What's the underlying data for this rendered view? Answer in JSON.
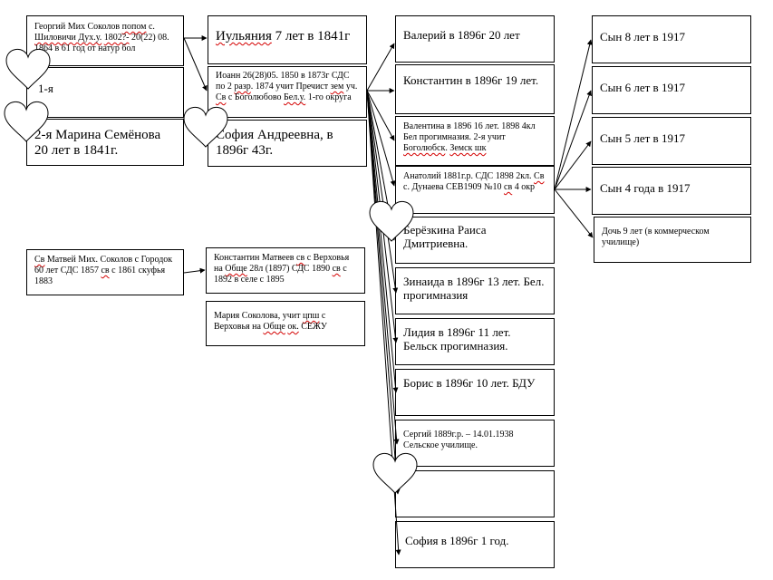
{
  "colors": {
    "line": "#000000",
    "heart_fill": "#ffffff",
    "squiggle": "#d40000"
  },
  "icons": [
    "heart-icon"
  ],
  "nodes": {
    "georgy": {
      "pre": "Георгий Мих Соколов ",
      "sq1": "попом",
      "mid1": " с. ",
      "sq2": "Шиловичи Дух.у.",
      "mid2": " ",
      "sq3": "1802?-",
      "post": " 20(22) 08. 1864 в 61 год от  натур бол"
    },
    "first": {
      "text": "1-я"
    },
    "marina": {
      "text": "2-я Марина Семёнова 20 лет в 1841г."
    },
    "matvey": {
      "sq1": "Св",
      "mid1": " Матвей Мих. Соколов с Городок 60 лет СДС 1857 ",
      "sq2": "св",
      "post": " с 1861 скуфья 1883"
    },
    "iulyania": {
      "sq": "Иульяния",
      "post": " 7 лет в 1841г"
    },
    "ioann": {
      "pre": "Иоанн 26(28)05. 1850 в 1873г СДС по 2 ",
      "sq1": "разр",
      "mid1": ". 1874 учит Пречист ",
      "sq2": "зем",
      "mid2": " уч. ",
      "sq3": "Св",
      "mid3": " с Боголюбово ",
      "sq4": "Бел.у.",
      "post": " 1-го округа"
    },
    "sofia_a": {
      "text": "София Андреевна, в 1896г 43г."
    },
    "konst_m": {
      "pre": "Константин Матвеев ",
      "sq1": "св",
      "mid1": " с Верховья на ",
      "sq2": "Обще",
      "mid2": " 28л (1897) СДС 1890 ",
      "sq3": "св",
      "post": " с 1892 в селе с 1895"
    },
    "maria": {
      "pre": "Мария Соколова, учит ",
      "sq1": "цпш",
      "mid1": " с Верховья на ",
      "sq2": "Обще",
      "mid2": " ",
      "sq3": "ок.",
      "post": " СЕЖУ"
    },
    "valery": {
      "text": "Валерий в 1896г 20 лет"
    },
    "konst": {
      "text": "Константин в 1896г 19 лет."
    },
    "valentina": {
      "text": "Валентина в 1896 16 лет. 1898 4кл Бел прогимназия. 2-я учит ",
      "sq1": "Боголюбск",
      "mid1": ". ",
      "sq2": "Земск шк"
    },
    "anatoly": {
      "pre": "Анатолий 1881г.р. СДС 1898 2кл. ",
      "sq1": "Св",
      "mid1": " с. Дунаева СЕВ1909 №10 ",
      "sq2": "св",
      "post": " 4 окр"
    },
    "raisa": {
      "text": "Берёзкина Раиса Дмитриевна."
    },
    "zinaida": {
      "text": "Зинаида в 1896г 13 лет. Бел. прогимназия"
    },
    "lidia": {
      "text": "Лидия в 1896г 11 лет. Бельск прогимназия."
    },
    "boris": {
      "text": "Борис в 1896г 10 лет. БДУ"
    },
    "sergy": {
      "text": "Сергий 1889г.р. – 14.01.1938 Сельское училище."
    },
    "empty": {
      "text": ""
    },
    "sofia_y": {
      "text": "София в 1896г 1 год."
    },
    "son8": {
      "text": "Сын 8 лет в 1917"
    },
    "son6": {
      "text": "Сын 6 лет в 1917"
    },
    "son5": {
      "text": "Сын 5 лет в 1917"
    },
    "son4": {
      "text": "Сын 4 года в 1917"
    },
    "daughter9": {
      "text": "Дочь 9 лет (в коммерческом училище)"
    }
  }
}
